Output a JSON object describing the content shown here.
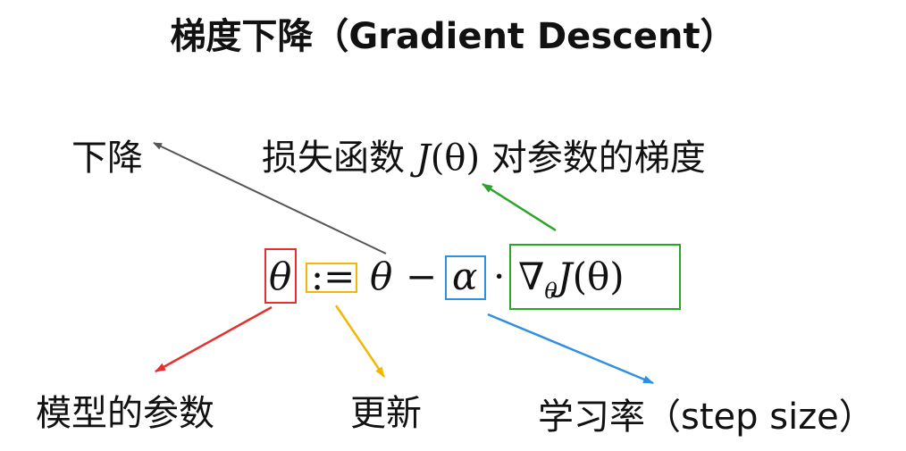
{
  "title": "梯度下降（Gradient Descent）",
  "labels": {
    "descent": "下降",
    "gradient_prefix": "损失函数",
    "gradient_math_j": "J",
    "gradient_math_arg": "(θ)",
    "gradient_suffix": "对参数的梯度",
    "model_params": "模型的参数",
    "update": "更新",
    "learning_rate": "学习率（step size）"
  },
  "formula": {
    "theta_lhs": "θ",
    "assign": ":=",
    "theta_rhs": "θ",
    "minus": "−",
    "alpha": "α",
    "dot": "·",
    "nabla": "∇",
    "nabla_sub": "θ",
    "j": "J",
    "j_arg": "(θ)"
  },
  "colors": {
    "model_params": "#e53030",
    "update": "#f2b705",
    "learning_rate": "#2f8fe0",
    "gradient": "#2aa52a",
    "descent": "#555555"
  }
}
